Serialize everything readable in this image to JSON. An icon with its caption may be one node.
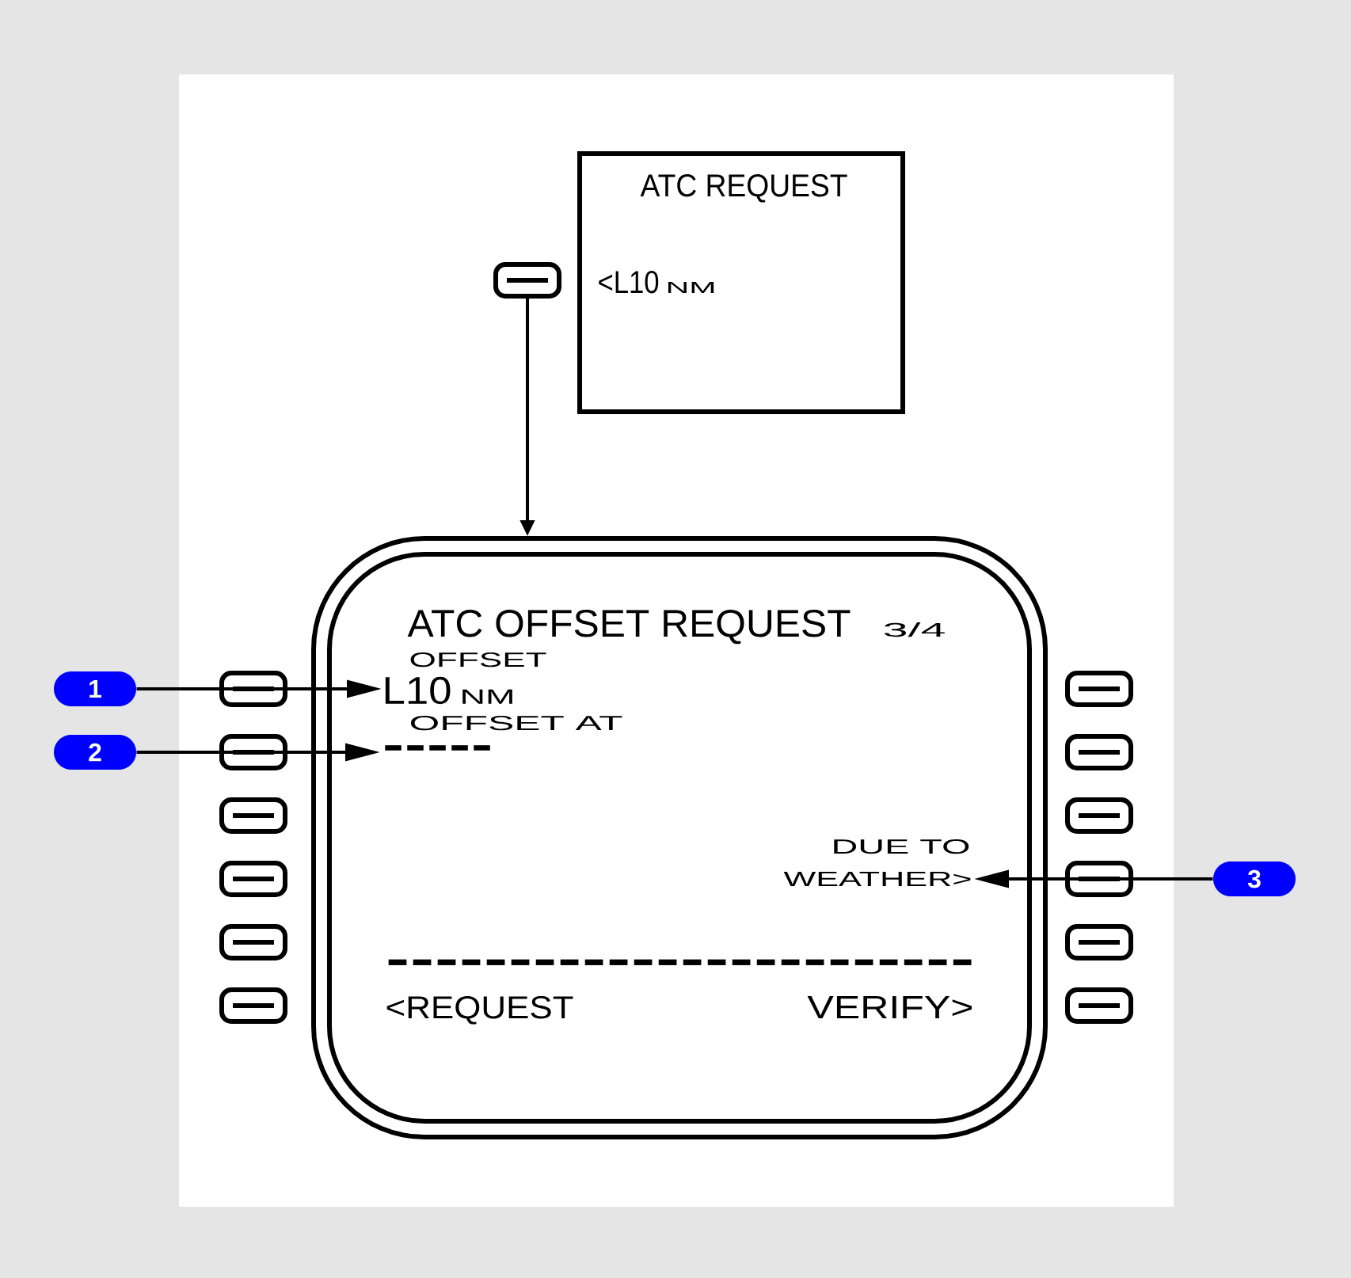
{
  "diagram": {
    "nodes": [
      {
        "text": [
          "ATC REQUEST",
          "<L10",
          "NM"
        ]
      },
      {
        "text": [],
        "shape": "box"
      },
      {
        "text": [
          "ATC OFFSET REQUEST",
          "3/4",
          "OFFSET",
          "OFFSET AT",
          "DUE TO",
          "------------------------",
          "<REQUEST",
          "VERIFY>"
        ]
      },
      {
        "text": [
          "L10",
          "NM"
        ],
        "in": 2
      },
      {
        "text": [
          "-----"
        ],
        "in": 2
      },
      {
        "text": [
          "WEATHER>"
        ],
        "in": 2
      },
      {
        "text": [],
        "shape": "box"
      },
      {
        "text": [],
        "shape": "box"
      },
      {
        "text": [],
        "shape": "box"
      },
      {
        "text": [],
        "shape": "box"
      },
      {
        "text": [],
        "shape": "box"
      },
      {
        "text": [],
        "shape": "box"
      },
      {
        "text": [],
        "shape": "box"
      },
      {
        "text": [],
        "shape": "box"
      },
      {
        "text": [],
        "shape": "box"
      },
      {
        "text": [],
        "shape": "box"
      },
      {
        "text": [],
        "shape": "box"
      },
      {
        "text": [],
        "shape": "box"
      },
      {
        "text": [
          "1"
        ]
      },
      {
        "text": [
          "2"
        ]
      },
      {
        "text": [
          "3"
        ]
      }
    ],
    "edges": [
      {
        "from": 1,
        "to": 2,
        "arrow": "to"
      },
      {
        "from": 18,
        "to": 3,
        "arrow": "to"
      },
      {
        "from": 19,
        "to": 4,
        "arrow": "to"
      },
      {
        "from": 20,
        "to": 5,
        "arrow": "to"
      }
    ]
  }
}
